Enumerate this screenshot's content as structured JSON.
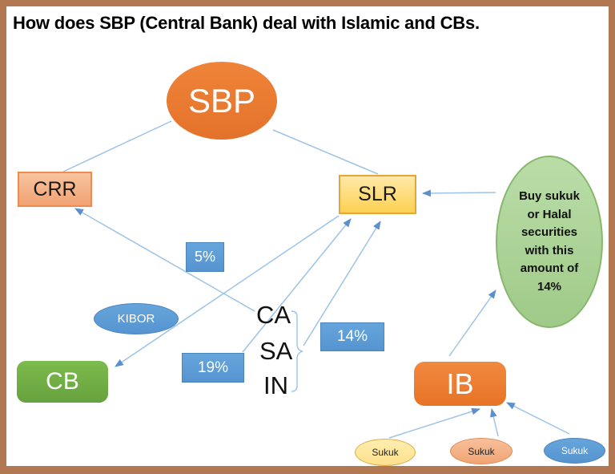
{
  "frame": {
    "title": "How does SBP (Central Bank) deal with Islamic and CBs."
  },
  "nodes": {
    "sbp": "SBP",
    "crr": "CRR",
    "slr": "SLR",
    "cb": "CB",
    "ib": "IB",
    "kibor": "KIBOR",
    "note": "Buy sukuk or Halal securities with this amount of 14%",
    "rate_crr": "5%",
    "rate_slr_conventional": "19%",
    "rate_slr_islamic": "14%",
    "deposit_ca": "CA",
    "deposit_sa": "SA",
    "deposit_in": "IN",
    "sukuk_yellow": "Sukuk",
    "sukuk_salmon": "Sukuk",
    "sukuk_blue": "Sukuk"
  },
  "colors": {
    "frame_brown": "#b17852",
    "orange": "#ed7d31",
    "salmon": "#f4b183",
    "gold": "#ffd966",
    "green": "#70ad47",
    "light_green": "#a9d18e",
    "light_yellow": "#ffe699",
    "blue": "#5b9bd5",
    "connector": "#9dc3e6",
    "arrowhead": "#5b90cc"
  }
}
